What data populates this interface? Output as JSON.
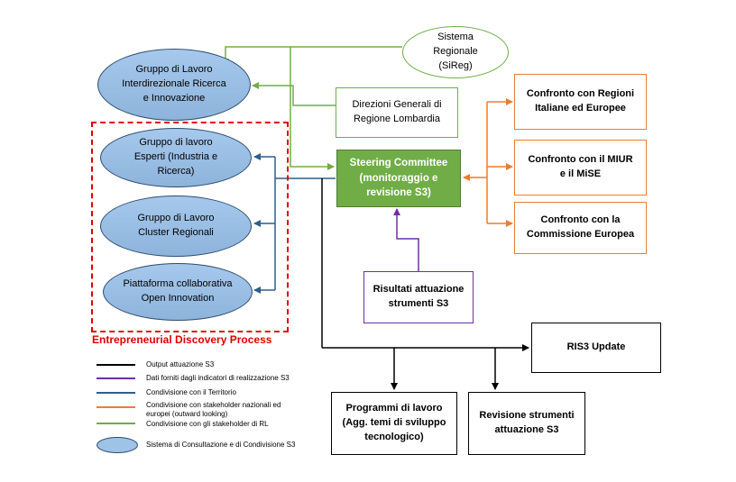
{
  "nodes": {
    "sireg": "Sistema Regionale (SiReg)",
    "gruppo_interdirezionale": "Gruppo di Lavoro Interdirezionale Ricerca e Innovazione",
    "direzioni_generali": "Direzioni Generali di Regione Lombardia",
    "gruppo_esperti": "Gruppo di lavoro Esperti (Industria e Ricerca)",
    "gruppo_cluster": "Gruppo di Lavoro Cluster Regionali",
    "piattaforma": "Piattaforma collaborativa Open Innovation",
    "steering_committee": "Steering Committee (monitoraggio e revisione S3)",
    "confronto_regioni": "Confronto con Regioni Italiane ed Europee",
    "confronto_miur": "Confronto con il MIUR e il MiSE",
    "confronto_commissione": "Confronto con la Commissione Europea",
    "risultati_attuazione": "Risultati attuazione strumenti S3",
    "ris3_update": "RIS3 Update",
    "programmi_lavoro": "Programmi di lavoro (Agg. temi di sviluppo tecnologico)",
    "revisione_strumenti": "Revisione strumenti attuazione S3"
  },
  "edp_label": "Entrepreneurial Discovery Process",
  "legend": [
    {
      "text": "Output attuazione S3",
      "color": "#000000"
    },
    {
      "text": "Dati forniti dagli indicatori di realizzazione S3",
      "color": "#7030a0"
    },
    {
      "text": "Condivisione con il Territorio",
      "color": "#2e5f8a"
    },
    {
      "text": "Condivisione con stakeholder nazionali ed europei (outward looking)",
      "color": "#ed7d31"
    },
    {
      "text": "Condivisione con gli stakeholder di RL",
      "color": "#70ad47"
    },
    {
      "text": "Sistema di Consultazione e di Condivisione S3",
      "color": "#9dc3e6"
    }
  ],
  "colors": {
    "output": "#000000",
    "indicatori": "#7030a0",
    "territorio": "#2e5f8a",
    "outward": "#ed7d31",
    "stakeholder_rl": "#70ad47",
    "ellipse_fill": "#9dc3e6",
    "edp_frame": "#e00000"
  }
}
